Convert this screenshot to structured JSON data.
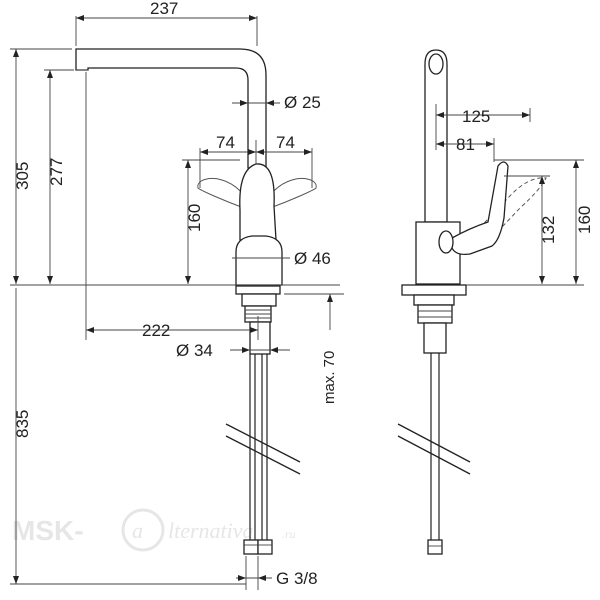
{
  "dimensions": {
    "d237": "237",
    "d305": "305",
    "d277": "277",
    "d25": "Ø 25",
    "d125": "125",
    "d81": "81",
    "d74_left": "74",
    "d74_right": "74",
    "d160_front": "160",
    "d46": "Ø 46",
    "d132": "132",
    "d160_side": "160",
    "d222": "222",
    "d34": "Ø 34",
    "d70": "max. 70",
    "d835": "835",
    "thread": "G 3/8"
  },
  "watermark": {
    "brand": "MSK-",
    "script": "lternativa",
    "suffix": ".ru"
  }
}
